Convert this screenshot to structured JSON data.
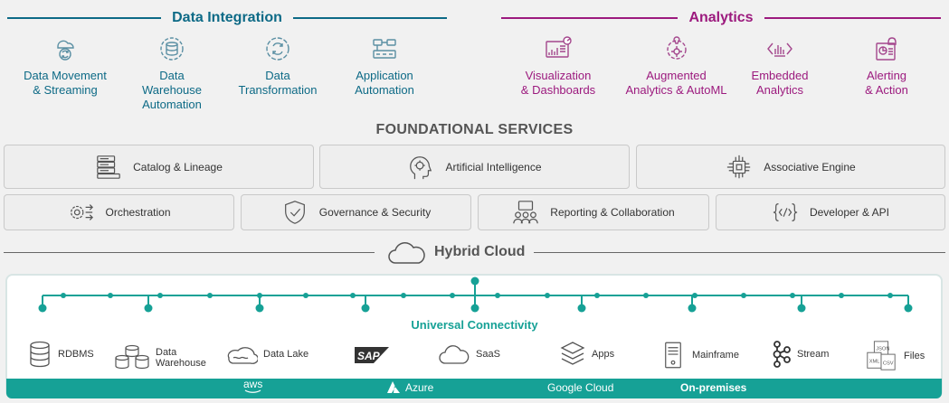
{
  "data_integration": {
    "title": "Data Integration",
    "items": [
      {
        "label": "Data Movement\n& Streaming",
        "icon": "data-movement-icon"
      },
      {
        "label": "Data\nWarehouse\nAutomation",
        "icon": "warehouse-automation-icon"
      },
      {
        "label": "Data\nTransformation",
        "icon": "transformation-icon"
      },
      {
        "label": "Application\nAutomation",
        "icon": "application-automation-icon"
      }
    ]
  },
  "analytics": {
    "title": "Analytics",
    "items": [
      {
        "label": "Visualization\n& Dashboards",
        "icon": "dashboard-icon"
      },
      {
        "label": "Augmented\nAnalytics & AutoML",
        "icon": "augmented-analytics-icon"
      },
      {
        "label": "Embedded\nAnalytics",
        "icon": "embedded-analytics-icon"
      },
      {
        "label": "Alerting\n& Action",
        "icon": "alerting-icon"
      }
    ]
  },
  "foundational": {
    "title": "FOUNDATIONAL SERVICES",
    "row1": [
      {
        "label": "Catalog & Lineage",
        "icon": "catalog-icon"
      },
      {
        "label": "Artificial Intelligence",
        "icon": "ai-head-icon"
      },
      {
        "label": "Associative Engine",
        "icon": "chip-icon"
      }
    ],
    "row2": [
      {
        "label": "Orchestration",
        "icon": "gears-icon"
      },
      {
        "label": "Governance & Security",
        "icon": "shield-icon"
      },
      {
        "label": "Reporting & Collaboration",
        "icon": "collaboration-icon"
      },
      {
        "label": "Developer & API",
        "icon": "code-icon"
      }
    ]
  },
  "hybrid_cloud": {
    "label": "Hybrid Cloud",
    "icon": "cloud-icon"
  },
  "connectivity": {
    "label": "Universal Connectivity",
    "sources": [
      {
        "label": "RDBMS",
        "icon": "database-icon"
      },
      {
        "label": "Data\nWarehouse",
        "icon": "warehouse-icon"
      },
      {
        "label": "Data Lake",
        "icon": "data-lake-icon"
      },
      {
        "label": "",
        "icon": "sap-logo-icon",
        "logo_text": "SAP"
      },
      {
        "label": "SaaS",
        "icon": "saas-cloud-icon"
      },
      {
        "label": "Apps",
        "icon": "apps-layers-icon"
      },
      {
        "label": "Mainframe",
        "icon": "mainframe-icon"
      },
      {
        "label": "Stream",
        "icon": "stream-icon"
      },
      {
        "label": "Files",
        "icon": "files-icon",
        "file_tags": [
          "JSON",
          "XML",
          "CSV"
        ]
      }
    ]
  },
  "clouds": [
    {
      "label": "aws",
      "icon": "aws-icon"
    },
    {
      "label": "Azure",
      "icon": "azure-icon"
    },
    {
      "label": "Google Cloud",
      "icon": "google-cloud-icon"
    },
    {
      "label": "On-premises",
      "icon": "on-premises-icon"
    }
  ],
  "colors": {
    "integration": "#0d6a86",
    "analytics": "#9c1a7e",
    "connectivity": "#16a196",
    "icon_integration": "#5a8fa3",
    "icon_analytics": "#a4478d"
  }
}
